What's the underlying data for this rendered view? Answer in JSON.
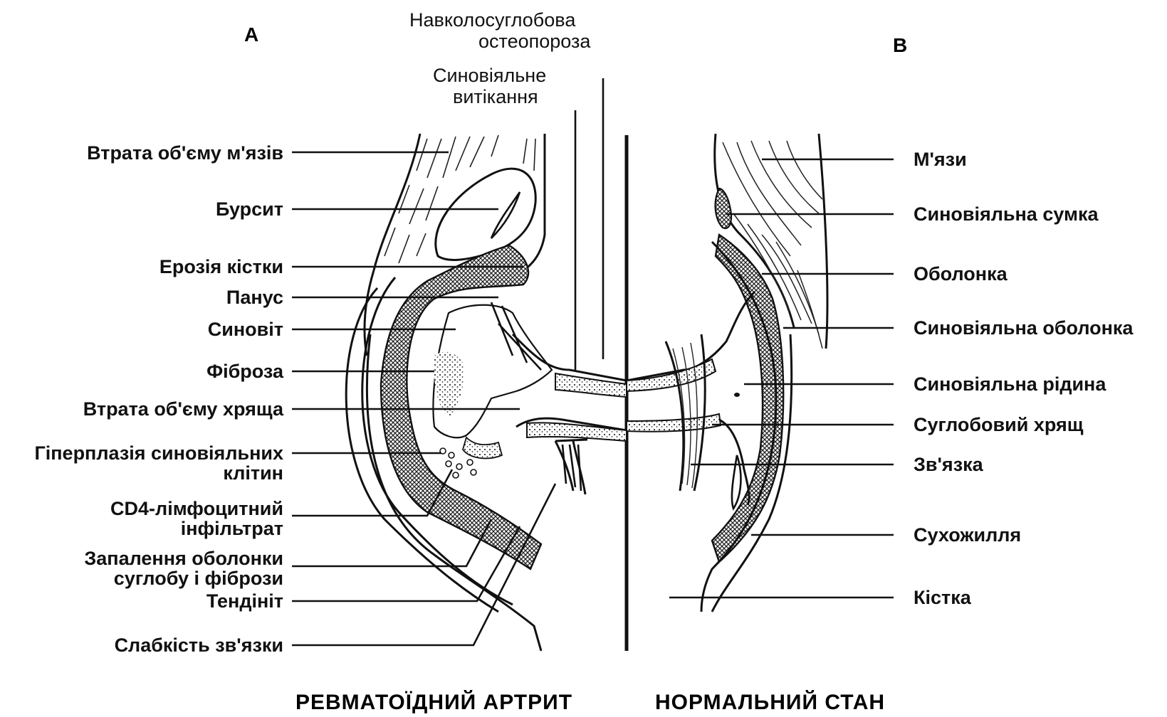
{
  "panels": {
    "left": "A",
    "right": "B"
  },
  "top_labels": {
    "osteoporosis_1": "Навколосуглобова",
    "osteoporosis_2": "остеопороза",
    "effusion_1": "Синовіяльне",
    "effusion_2": "витікання"
  },
  "left_labels": [
    "Втрата об'єму м'язів",
    "Бурсит",
    "Ерозія кістки",
    "Панус",
    "Синовіт",
    "Фіброза",
    "Втрата об'єму хряща",
    "Гіперплазія синовіяльних",
    "клітин",
    "CD4-лімфоцитний",
    "інфільтрат",
    "Запалення оболонки",
    "суглобу і фібрози",
    "Тендініт",
    "Слабкість зв'язки"
  ],
  "right_labels": [
    "М'язи",
    "Синовіяльна сумка",
    "Оболонка",
    "Синовіяльна оболонка",
    "Синовіяльна рідина",
    "Суглобовий хрящ",
    "Зв'язка",
    "Сухожилля",
    "Кістка"
  ],
  "captions": {
    "left": "РЕВМАТОЇДНИЙ АРТРИТ",
    "right": "НОРМАЛЬНИЙ СТАН"
  }
}
